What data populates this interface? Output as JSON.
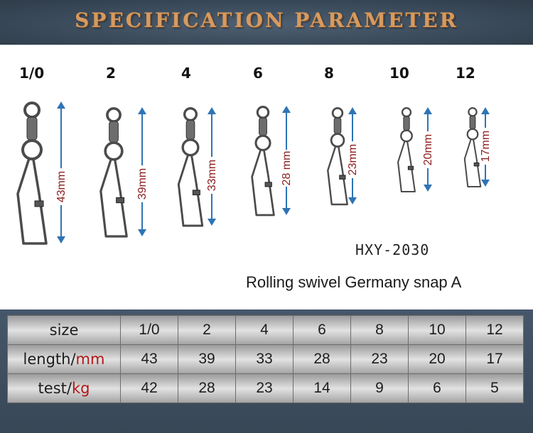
{
  "title": "SPECIFICATION PARAMETER",
  "model": "HXY-2030",
  "description": "Rolling swivel Germany snap A",
  "items": [
    {
      "size": "1/0",
      "length_label": "43mm",
      "length": "43",
      "test": "42"
    },
    {
      "size": "2",
      "length_label": "39mm",
      "length": "39",
      "test": "28"
    },
    {
      "size": "4",
      "length_label": "33mm",
      "length": "33",
      "test": "23"
    },
    {
      "size": "6",
      "length_label": "28 mm",
      "length": "28",
      "test": "14"
    },
    {
      "size": "8",
      "length_label": "23mm",
      "length": "23",
      "test": "9"
    },
    {
      "size": "10",
      "length_label": "20mm",
      "length": "20",
      "test": "6"
    },
    {
      "size": "12",
      "length_label": "17mm",
      "length": "17",
      "test": "5"
    }
  ],
  "table": {
    "size_header": "size",
    "length_header": "length/",
    "length_unit": "mm",
    "test_header": "test/",
    "test_unit": "kg"
  },
  "colors": {
    "title": "#d69a5f",
    "arrow": "#2f74b5",
    "dimension_text": "#8b1d1d",
    "unit": "#b01818"
  }
}
